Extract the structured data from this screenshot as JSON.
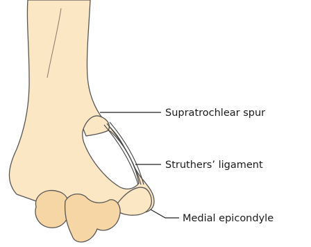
{
  "labels": {
    "supratrochlear_spur": "Supratrochlear spur",
    "struthers_ligament": "Struthers’ ligament",
    "medial_epicondyle": "Medial epicondyle"
  },
  "colors": {
    "bone_fill": "#fbe7c4",
    "bone_shade": "#f6d6a4",
    "outline": "#555555"
  }
}
